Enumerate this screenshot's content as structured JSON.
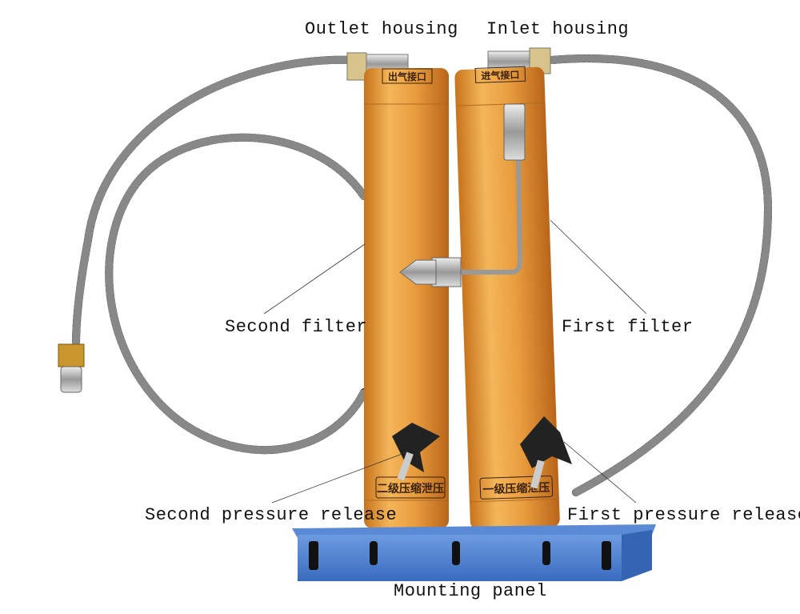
{
  "labels": {
    "outlet_housing": "Outlet housing",
    "inlet_housing": "Inlet housing",
    "second_filter": "Second filter",
    "first_filter": "First filter",
    "second_pressure_release": "Second pressure release",
    "first_pressure_release": "First pressure release",
    "mounting_panel": "Mounting panel"
  },
  "cylinder_text": {
    "outlet_port": "出气接口",
    "inlet_port": "进气接口",
    "second_stage_release": "二级压缩泄压",
    "first_stage_release": "一级压缩泄压"
  },
  "colors": {
    "cylinder": "#e59a3c",
    "panel": "#4a7fd0",
    "hose": "#2b2b2b"
  }
}
